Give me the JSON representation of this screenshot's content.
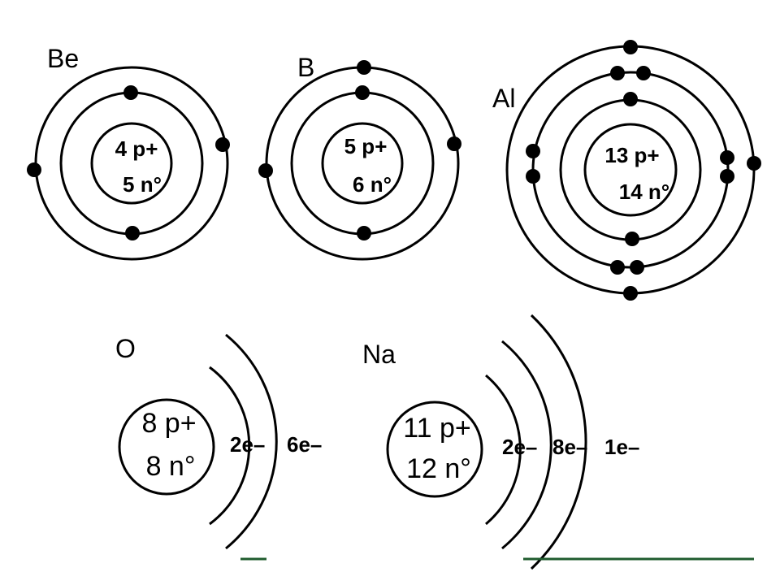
{
  "diagram": {
    "atoms": {
      "be": {
        "symbol": "Be",
        "protons": "4 p+",
        "neutrons": "5 n°"
      },
      "b": {
        "symbol": "B",
        "protons": "5 p+",
        "neutrons": "6 n°"
      },
      "al": {
        "symbol": "Al",
        "protons": "13 p+",
        "neutrons": "14 n°"
      },
      "o": {
        "symbol": "O",
        "protons": "8 p+",
        "neutrons": "8 n°",
        "shells": [
          "2e–",
          "6e–"
        ]
      },
      "na": {
        "symbol": "Na",
        "protons": "11 p+",
        "neutrons": "12 n°",
        "shells": [
          "2e–",
          "8e–",
          "1e–"
        ]
      }
    },
    "colors": {
      "ink": "#000000",
      "underline": "#1f5c2e"
    }
  }
}
